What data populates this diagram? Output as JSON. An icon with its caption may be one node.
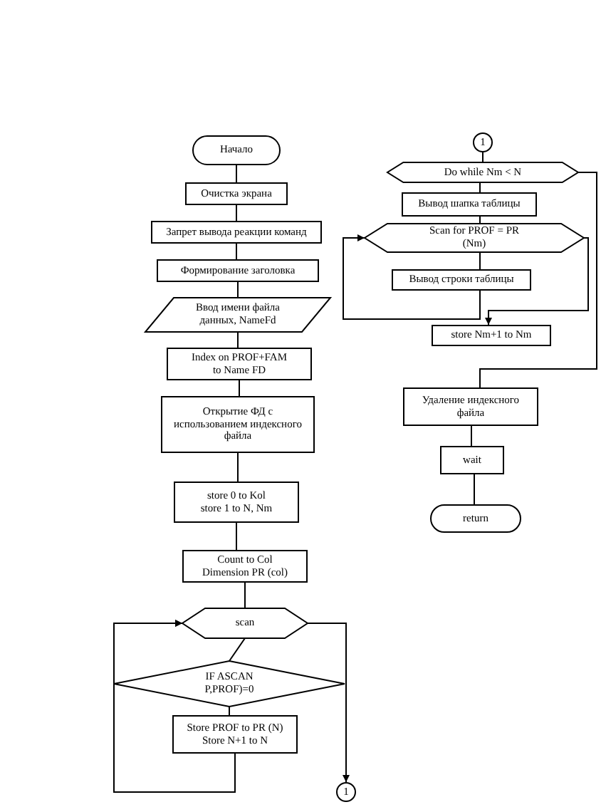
{
  "diagram": {
    "nodes": [
      {
        "text": [
          "Начало"
        ]
      },
      {
        "text": [
          "Очистка экрана"
        ]
      },
      {
        "text": [
          "Запрет вывода реакции команд"
        ]
      },
      {
        "text": [
          "Формирование заголовка"
        ]
      },
      {
        "text": [
          "Ввод имени файла данных, NameFd"
        ]
      },
      {
        "text": [
          "Index on PROF+FAM to Name FD"
        ]
      },
      {
        "text": [
          "Открытие ФД с использованием индексного файла"
        ]
      },
      {
        "text": [
          "store 0 to Kol store 1 to N, Nm"
        ]
      },
      {
        "text": [
          "Count to Col Dimension PR (col)"
        ]
      },
      {
        "text": [
          "scan"
        ]
      },
      {
        "text": [
          "IF ASCAN P,PROF)=0"
        ]
      },
      {
        "text": [
          "Store PROF to PR (N) Store N+1 to N"
        ]
      },
      {
        "text": [
          "1"
        ]
      },
      {
        "text": [
          "1"
        ]
      },
      {
        "text": [
          "Do while Nm < N"
        ]
      },
      {
        "text": [
          "Вывод шапка таблицы"
        ]
      },
      {
        "text": [
          "Scan for PROF = PR (Nm)"
        ]
      },
      {
        "text": [
          "Вывод строки таблицы"
        ]
      },
      {
        "text": [
          "store Nm+1 to Nm"
        ]
      },
      {
        "text": [
          "Удаление индексного файла"
        ]
      },
      {
        "text": [
          "wait"
        ]
      },
      {
        "text": [
          "return"
        ]
      }
    ],
    "edges": [
      {
        "from": 0,
        "to": 1,
        "arrow": "none"
      },
      {
        "from": 1,
        "to": 2,
        "arrow": "none"
      },
      {
        "from": 2,
        "to": 3,
        "arrow": "none"
      },
      {
        "from": 3,
        "to": 4,
        "arrow": "none"
      },
      {
        "from": 4,
        "to": 5,
        "arrow": "none"
      },
      {
        "from": 5,
        "to": 6,
        "arrow": "none"
      },
      {
        "from": 6,
        "to": 7,
        "arrow": "none"
      },
      {
        "from": 7,
        "to": 8,
        "arrow": "none"
      },
      {
        "from": 8,
        "to": 9,
        "arrow": "none"
      },
      {
        "from": 9,
        "to": 10,
        "arrow": "none"
      },
      {
        "from": 10,
        "to": 11,
        "arrow": "none"
      },
      {
        "from": 11,
        "to": 9,
        "arrow": "to"
      },
      {
        "from": 10,
        "to": 9,
        "arrow": "to"
      },
      {
        "from": 9,
        "to": 12,
        "arrow": "to"
      },
      {
        "from": 13,
        "to": 14,
        "arrow": "none"
      },
      {
        "from": 14,
        "to": 15,
        "arrow": "none"
      },
      {
        "from": 15,
        "to": 16,
        "arrow": "none"
      },
      {
        "from": 16,
        "to": 17,
        "arrow": "none"
      },
      {
        "from": 17,
        "to": 16,
        "arrow": "to"
      },
      {
        "from": 16,
        "to": 18,
        "arrow": "to"
      },
      {
        "from": 14,
        "to": 19,
        "arrow": "none"
      },
      {
        "from": 19,
        "to": 20,
        "arrow": "none"
      },
      {
        "from": 20,
        "to": 21,
        "arrow": "none"
      }
    ]
  }
}
